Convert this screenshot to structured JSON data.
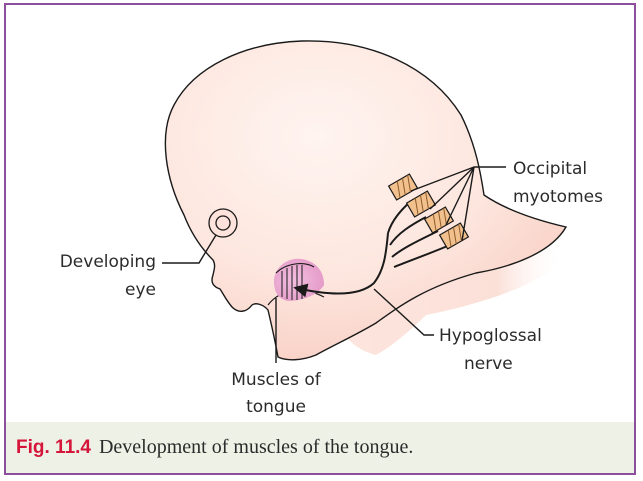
{
  "labels": {
    "occipital_line1": "Occipital",
    "occipital_line2": "myotomes",
    "eye_line1": "Developing",
    "eye_line2": "eye",
    "hypoglossal_line1": "Hypoglossal",
    "hypoglossal_line2": "nerve",
    "muscles_line1": "Muscles of",
    "muscles_line2": "tongue"
  },
  "caption": {
    "number": "Fig. 11.4",
    "text": "Development of muscles of the tongue."
  },
  "colors": {
    "border": "#8e4e9e",
    "caption_bg": "#edf1e6",
    "caption_number": "#d5163a",
    "skin": "#fde3dc",
    "tongue": "#e9a6cf",
    "myotome": "#f2c08d"
  }
}
